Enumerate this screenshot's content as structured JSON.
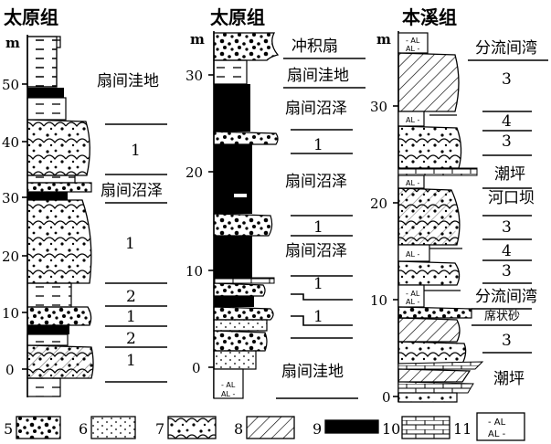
{
  "columns": [
    {
      "title": "太原组",
      "unit": "m",
      "ticks": [
        "50",
        "40",
        "30",
        "20",
        "10",
        "0"
      ],
      "labels": [
        "扇间洼地",
        "1",
        "扇间沼泽",
        "1",
        "2",
        "1",
        "2",
        "1"
      ]
    },
    {
      "title": "太原组",
      "unit": "m",
      "ticks": [
        "30",
        "20",
        "10",
        "0"
      ],
      "labels": [
        "冲积扇",
        "扇间洼地",
        "扇间沼泽",
        "1",
        "扇间沼泽",
        "1",
        "扇间沼泽",
        "1",
        "1",
        "扇间洼地"
      ]
    },
    {
      "title": "本溪组",
      "unit": "m",
      "ticks": [
        "30",
        "20",
        "10",
        "0"
      ],
      "labels": [
        "分流间湾",
        "3",
        "4",
        "3",
        "潮坪",
        "河口坝",
        "3",
        "4",
        "3",
        "分流间湾",
        "席状砂",
        "3",
        "潮坪"
      ]
    }
  ],
  "legend": [
    {
      "num": "5",
      "type": "coarse-dots"
    },
    {
      "num": "6",
      "type": "fine-dots"
    },
    {
      "num": "7",
      "type": "conglomerate"
    },
    {
      "num": "8",
      "type": "cross-bedding"
    },
    {
      "num": "9",
      "type": "coal"
    },
    {
      "num": "10",
      "type": "limestone"
    },
    {
      "num": "11",
      "type": "aluminous",
      "text": [
        "- AL",
        "AL -"
      ]
    }
  ]
}
